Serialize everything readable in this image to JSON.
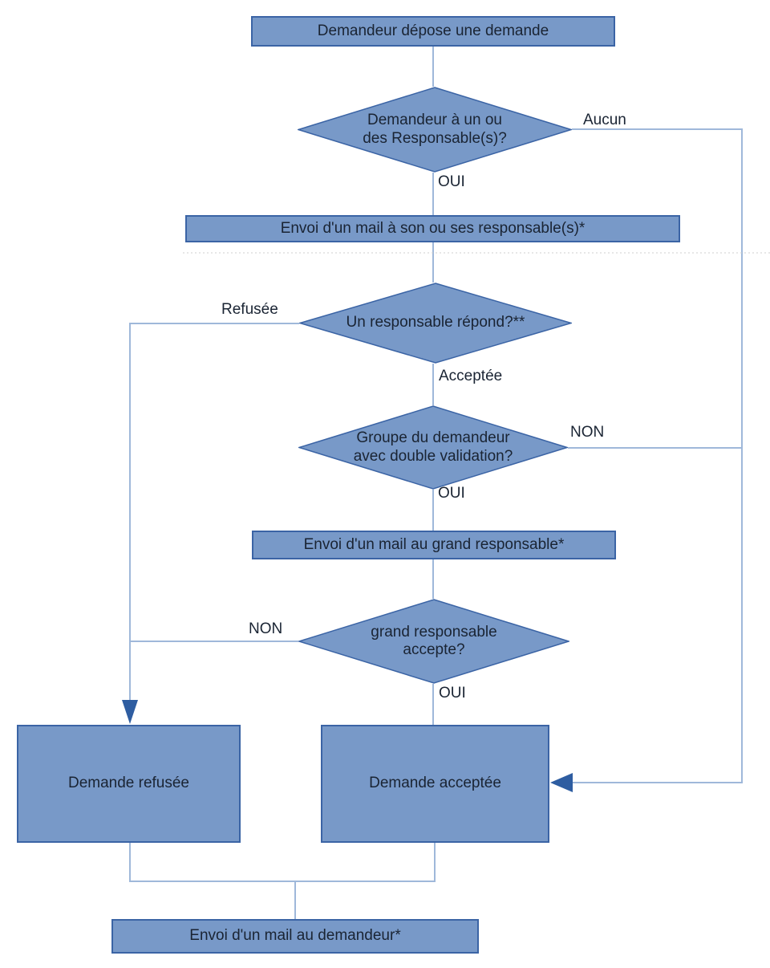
{
  "diagram": {
    "type": "flowchart",
    "language": "fr",
    "colors": {
      "shape_fill": "#7899c8",
      "shape_border": "#3b64a5",
      "connector": "#9fb8da",
      "arrow": "#2e5da1",
      "text": "#1a2433",
      "background": "#ffffff"
    },
    "nodes": [
      {
        "id": "depose",
        "type": "process",
        "label": "Demandeur dépose une demande"
      },
      {
        "id": "has-responsable",
        "type": "decision",
        "label": "Demandeur à un ou\ndes Responsable(s)?"
      },
      {
        "id": "mail-responsables",
        "type": "process",
        "label": "Envoi d'un mail à son ou ses responsable(s)*"
      },
      {
        "id": "responsable-repond",
        "type": "decision",
        "label": "Un responsable répond?**"
      },
      {
        "id": "double-validation",
        "type": "decision",
        "label": "Groupe du demandeur\navec double validation?"
      },
      {
        "id": "mail-grand-responsable",
        "type": "process",
        "label": "Envoi d'un mail au grand responsable*"
      },
      {
        "id": "grand-accepte",
        "type": "decision",
        "label": "grand responsable\naccepte?"
      },
      {
        "id": "demande-refusee",
        "type": "terminal",
        "label": "Demande refusée"
      },
      {
        "id": "demande-acceptee",
        "type": "terminal",
        "label": "Demande acceptée"
      },
      {
        "id": "mail-demandeur",
        "type": "process",
        "label": "Envoi d'un mail au demandeur*"
      }
    ],
    "edges": [
      {
        "from": "depose",
        "to": "has-responsable",
        "label": ""
      },
      {
        "from": "has-responsable",
        "to": "demande-acceptee",
        "label": "Aucun"
      },
      {
        "from": "has-responsable",
        "to": "mail-responsables",
        "label": "OUI"
      },
      {
        "from": "mail-responsables",
        "to": "responsable-repond",
        "label": ""
      },
      {
        "from": "responsable-repond",
        "to": "demande-refusee",
        "label": "Refusée"
      },
      {
        "from": "responsable-repond",
        "to": "double-validation",
        "label": "Acceptée"
      },
      {
        "from": "double-validation",
        "to": "demande-acceptee",
        "label": "NON"
      },
      {
        "from": "double-validation",
        "to": "mail-grand-responsable",
        "label": "OUI"
      },
      {
        "from": "mail-grand-responsable",
        "to": "grand-accepte",
        "label": ""
      },
      {
        "from": "grand-accepte",
        "to": "demande-refusee",
        "label": "NON"
      },
      {
        "from": "grand-accepte",
        "to": "demande-acceptee",
        "label": "OUI"
      },
      {
        "from": "demande-refusee",
        "to": "mail-demandeur",
        "label": ""
      },
      {
        "from": "demande-acceptee",
        "to": "mail-demandeur",
        "label": ""
      }
    ]
  }
}
